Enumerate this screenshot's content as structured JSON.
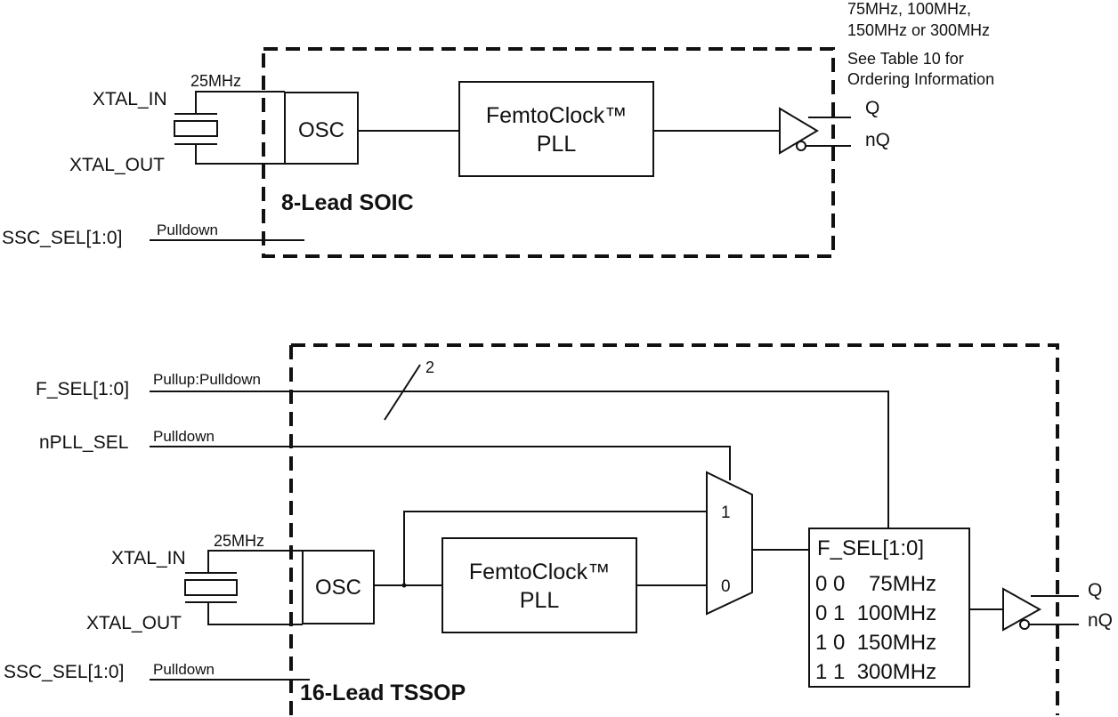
{
  "top": {
    "freq_note": [
      "75MHz, 100MHz,",
      "150MHz or 300MHz"
    ],
    "see_table": [
      "See Table 10 for",
      "Ordering Information"
    ],
    "xtal_in": "XTAL_IN",
    "xtal_out": "XTAL_OUT",
    "xtal_freq": "25MHz",
    "osc": "OSC",
    "pll": [
      "FemtoClock™",
      "PLL"
    ],
    "q": "Q",
    "nq": "nQ",
    "package": "8-Lead SOIC",
    "ssc_sel": "SSC_SEL[1:0]",
    "ssc_pull": "Pulldown"
  },
  "bottom": {
    "f_sel": "F_SEL[1:0]",
    "f_sel_pull": "Pullup:Pulldown",
    "bus_width": "2",
    "npll_sel": "nPLL_SEL",
    "npll_pull": "Pulldown",
    "xtal_in": "XTAL_IN",
    "xtal_out": "XTAL_OUT",
    "xtal_freq": "25MHz",
    "osc": "OSC",
    "pll": [
      "FemtoClock™",
      "PLL"
    ],
    "mux_1": "1",
    "mux_0": "0",
    "divider_title": "F_SEL[1:0]",
    "divider_rows": [
      "0 0    75MHz",
      "0 1  100MHz",
      "1 0  150MHz",
      "1 1  300MHz"
    ],
    "q": "Q",
    "nq": "nQ",
    "ssc_sel": "SSC_SEL[1:0]",
    "ssc_pull": "Pulldown",
    "package": "16-Lead TSSOP"
  }
}
